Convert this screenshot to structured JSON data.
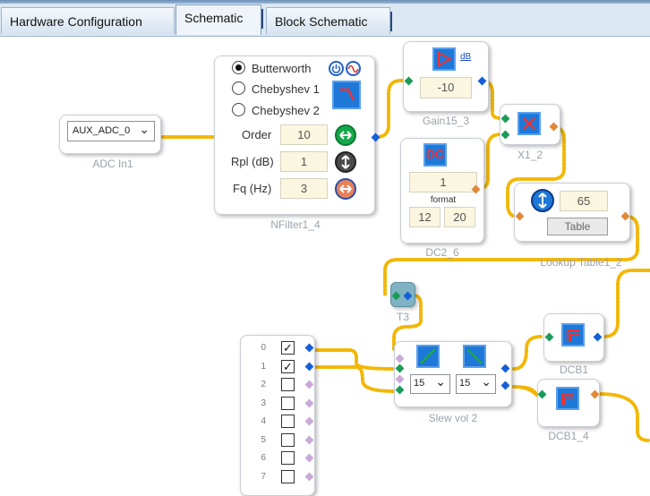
{
  "tabs": [
    "Hardware Configuration",
    "Schematic",
    "Block Schematic"
  ],
  "active_tab": "Schematic",
  "colors": {
    "wire": "#f2b705",
    "pin_in": "#1a9c58",
    "pin_out": "#1560d8",
    "block_label": "#9aa2ab",
    "value_box": "#fbf6e0"
  },
  "adc": {
    "select_value": "AUX_ADC_0",
    "label": "ADC In1"
  },
  "nfilter": {
    "types": [
      "Butterworth",
      "Chebyshev 1",
      "Chebyshev 2"
    ],
    "selected": "Butterworth",
    "order_label": "Order",
    "order_value": "10",
    "rpl_label": "Rpl (dB)",
    "rpl_value": "1",
    "fq_label": "Fq (Hz)",
    "fq_value": "3",
    "label": "NFilter1_4",
    "icons": [
      "power-icon",
      "sine-icon",
      "lowpass-filter-icon",
      "double-arrow-icon",
      "vertical-arrows-icon",
      "double-arrow-icon"
    ]
  },
  "gain": {
    "unit": "dB",
    "value": "-10",
    "label": "Gain15_3",
    "icon": "amplifier-triangle-icon"
  },
  "dc": {
    "icon_text": "DC",
    "value": "1",
    "format_label": "format",
    "format_int": "12",
    "format_frac": "20",
    "label": "DC2_6"
  },
  "multiply": {
    "label": "X1_2",
    "icon": "multiply-icon"
  },
  "lookup": {
    "value": "65",
    "button": "Table",
    "label": "Lookup Table1_2",
    "icon": "vertical-arrows-icon"
  },
  "t3": {
    "label": "T3"
  },
  "channels": {
    "rows": [
      {
        "num": "0",
        "checked": true
      },
      {
        "num": "1",
        "checked": true
      },
      {
        "num": "2",
        "checked": false
      },
      {
        "num": "3",
        "checked": false
      },
      {
        "num": "4",
        "checked": false
      },
      {
        "num": "5",
        "checked": false
      },
      {
        "num": "6",
        "checked": false
      },
      {
        "num": "7",
        "checked": false
      }
    ],
    "check_mark": "✓"
  },
  "slew": {
    "value_a": "15",
    "value_b": "15",
    "label": "Slew vol 2"
  },
  "dcb1": {
    "label": "DCB1"
  },
  "dcb1_4": {
    "label": "DCB1_4"
  }
}
